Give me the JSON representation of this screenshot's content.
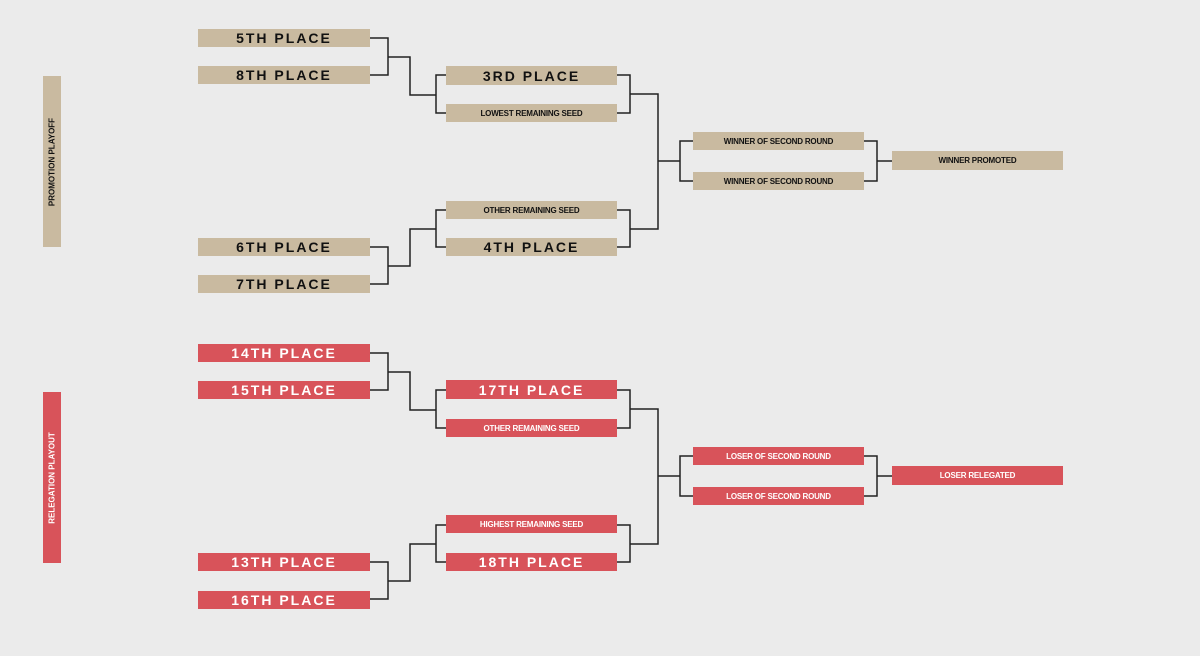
{
  "colors": {
    "background": "#ebebeb",
    "promotion": "#c9baa0",
    "relegation": "#d8535a",
    "connector": "#222222"
  },
  "promotion": {
    "section_label": "PROMOTION PLAYOFF",
    "round1": [
      "5TH PLACE",
      "8TH PLACE",
      "6TH PLACE",
      "7TH PLACE"
    ],
    "round2": [
      "3RD PLACE",
      "LOWEST REMAINING SEED",
      "OTHER REMAINING SEED",
      "4TH PLACE"
    ],
    "round3": [
      "WINNER OF SECOND ROUND",
      "WINNER OF SECOND ROUND"
    ],
    "final": "WINNER PROMOTED"
  },
  "relegation": {
    "section_label": "RELEGATION PLAYOUT",
    "round1": [
      "14TH PLACE",
      "15TH PLACE",
      "13TH PLACE",
      "16TH PLACE"
    ],
    "round2": [
      "17TH PLACE",
      "OTHER REMAINING SEED",
      "HIGHEST REMAINING SEED",
      "18TH PLACE"
    ],
    "round3": [
      "LOSER OF SECOND ROUND",
      "LOSER OF SECOND ROUND"
    ],
    "final": "LOSER RELEGATED"
  }
}
